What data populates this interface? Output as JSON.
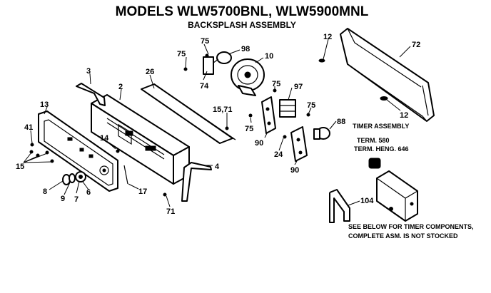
{
  "title": "MODELS WLW5700BNL, WLW5900MNL",
  "subtitle": "BACKSPLASH ASSEMBLY",
  "timer_assembly_label": "TIMER ASSEMBLY",
  "term_line_1": "TERM. 580",
  "term_line_2": "TERM. HENG. 646",
  "note_line_1": "SEE BELOW FOR TIMER COMPONENTS,",
  "note_line_2": "COMPLETE ASM. IS NOT STOCKED",
  "part_numbers": {
    "p3": "3",
    "p2": "2",
    "p26": "26",
    "p75a": "75",
    "p75b": "75",
    "p98": "98",
    "p74": "74",
    "p10": "10",
    "p75c": "75",
    "p97": "97",
    "p75d": "75",
    "p75e": "75",
    "p12a": "12",
    "p72": "72",
    "p12b": "12",
    "p13": "13",
    "p41": "41",
    "p15a": "15",
    "p14": "14",
    "p157": "15,71",
    "p90a": "90",
    "p24": "24",
    "p90b": "90",
    "p88": "88",
    "p4": "4",
    "p8": "8",
    "p9": "9",
    "p7": "7",
    "p6": "6",
    "p17": "17",
    "p71": "71",
    "p104": "104"
  }
}
